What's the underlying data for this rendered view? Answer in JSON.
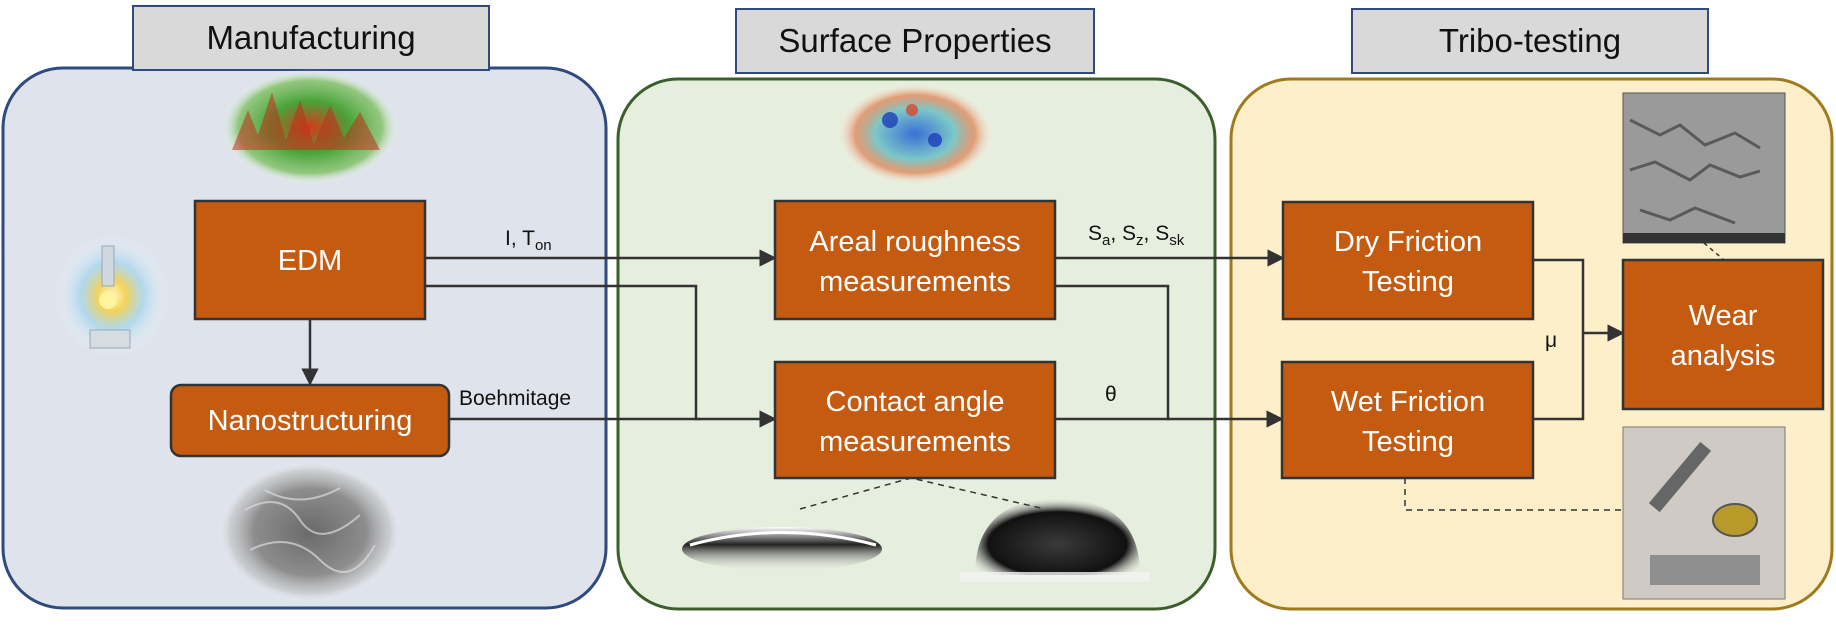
{
  "panels": {
    "manufacturing": {
      "title": "Manufacturing"
    },
    "surface": {
      "title": "Surface Properties"
    },
    "tribo": {
      "title": "Tribo-testing"
    }
  },
  "boxes": {
    "edm": "EDM",
    "nano": "Nanostructuring",
    "areal_1": "Areal roughness",
    "areal_2": "measurements",
    "contact_1": "Contact angle",
    "contact_2": "measurements",
    "dry_1": "Dry Friction",
    "dry_2": "Testing",
    "wet_1": "Wet Friction",
    "wet_2": "Testing",
    "wear_1": "Wear",
    "wear_2": "analysis"
  },
  "labels": {
    "edm_params_main": "I, T",
    "edm_params_sub": "on",
    "boehmitage": "Boehmitage",
    "s_a_main": "S",
    "s_a_sub": "a",
    "s_z_main": "S",
    "s_z_sub": "z",
    "s_sk_main": "S",
    "s_sk_sub": "sk",
    "sep": ", ",
    "theta": "θ",
    "mu": "μ"
  },
  "colors": {
    "box_fill": "#C55A11",
    "manufacturing_bg": "#DEE3EC",
    "manufacturing_border": "#2F4A7F",
    "surface_bg": "#E6EFDD",
    "surface_border": "#3B5E2B",
    "tribo_bg": "#FCEFC9",
    "tribo_border": "#A07A1C",
    "title_bg": "#D9D9D9"
  }
}
